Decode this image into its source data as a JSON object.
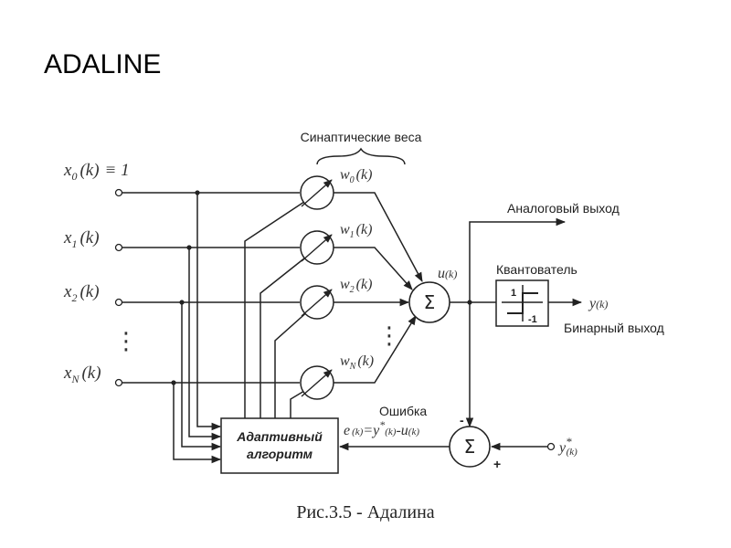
{
  "title": "ADALINE",
  "caption": "Рис.3.5 - Адалина",
  "labels": {
    "synaptic_weights": "Синаптические веса",
    "analog_output": "Аналоговый выход",
    "quantizer": "Квантователь",
    "binary_output": "Бинарный выход",
    "error": "Ошибка",
    "adaptive_algorithm_line1": "Адаптивный",
    "adaptive_algorithm_line2": "алгоритм"
  },
  "inputs": [
    {
      "name": "x",
      "sub": "0",
      "arg": "(k)",
      "suffix": "≡ 1"
    },
    {
      "name": "x",
      "sub": "1",
      "arg": "(k)",
      "suffix": ""
    },
    {
      "name": "x",
      "sub": "2",
      "arg": "(k)",
      "suffix": ""
    },
    {
      "name": "x",
      "sub": "N",
      "arg": "(k)",
      "suffix": ""
    }
  ],
  "weights": [
    {
      "name": "w",
      "sub": "0",
      "arg": "(k)"
    },
    {
      "name": "w",
      "sub": "1",
      "arg": "(k)"
    },
    {
      "name": "w",
      "sub": "2",
      "arg": "(k)"
    },
    {
      "name": "w",
      "sub": "N",
      "arg": "(k)"
    }
  ],
  "sum_symbol": "Σ",
  "sum_output": {
    "name": "u",
    "arg": "(k)"
  },
  "quantizer_levels": {
    "high": "1",
    "low": "-1"
  },
  "output": {
    "name": "y",
    "arg": "(k)"
  },
  "desired": {
    "name": "y",
    "mark": "*",
    "arg": "(k)"
  },
  "error_formula": {
    "e": "e",
    "e_arg": "(k)",
    "eq": "=",
    "y": "y",
    "y_mark": "*",
    "y_arg": "(k)",
    "minus": "-",
    "u": "u",
    "u_arg": "(k)"
  },
  "error_signs": {
    "minus": "-",
    "plus": "+"
  },
  "ellipsis": "⋮"
}
